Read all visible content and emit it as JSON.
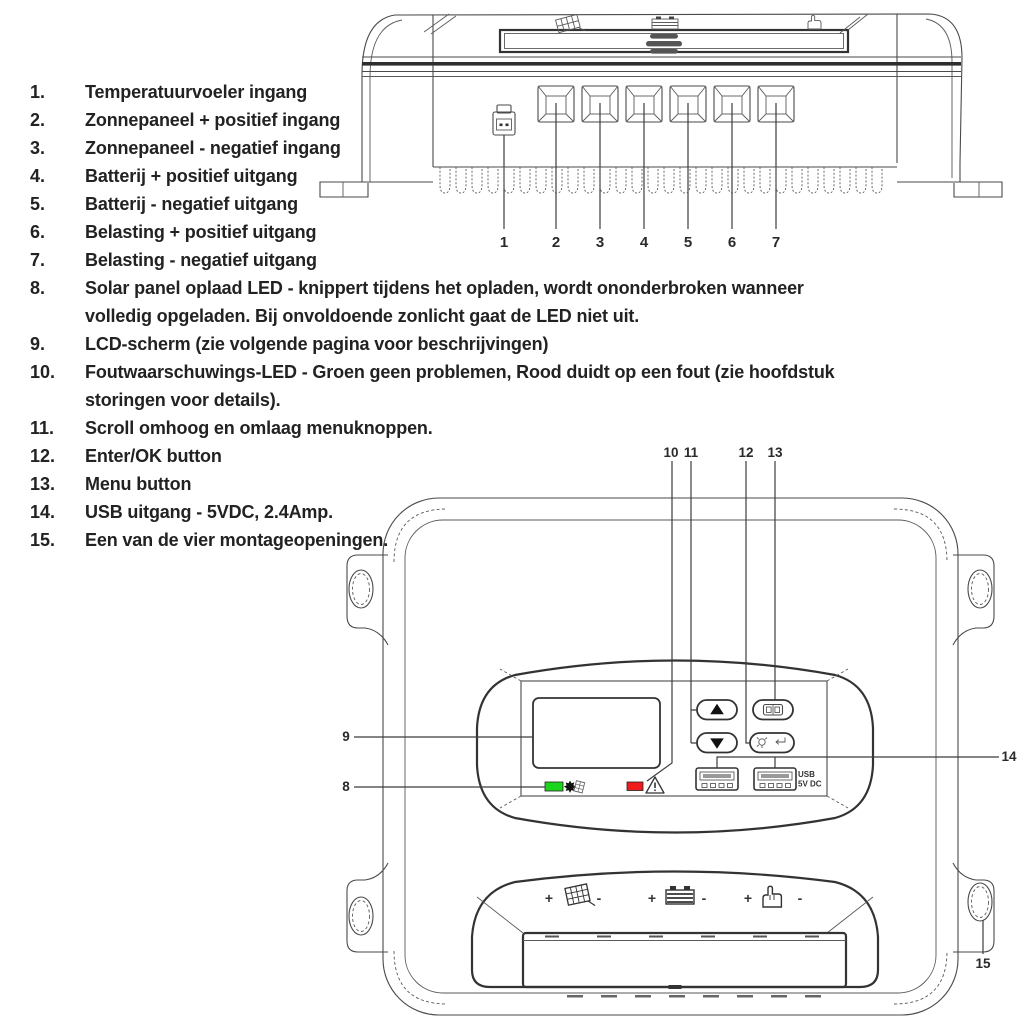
{
  "page": {
    "background": "#ffffff",
    "description": "Manual page: solar charge controller parts identification"
  },
  "parts_list": {
    "items": [
      {
        "num": "1.",
        "lines": [
          "Temperatuurvoeler ingang"
        ]
      },
      {
        "num": "2.",
        "lines": [
          "Zonnepaneel + positief ingang"
        ]
      },
      {
        "num": "3.",
        "lines": [
          "Zonnepaneel - negatief ingang"
        ]
      },
      {
        "num": "4.",
        "lines": [
          "Batterij + positief uitgang"
        ]
      },
      {
        "num": "5.",
        "lines": [
          "Batterij - negatief uitgang"
        ]
      },
      {
        "num": "6.",
        "lines": [
          "Belasting + positief uitgang"
        ]
      },
      {
        "num": "7.",
        "lines": [
          "Belasting - negatief uitgang"
        ]
      },
      {
        "num": "8.",
        "lines": [
          "Solar panel oplaad LED - knippert tijdens het opladen, wordt ononderbroken wanneer",
          "volledig opgeladen. Bij onvoldoende zonlicht gaat de LED niet uit."
        ]
      },
      {
        "num": "9.",
        "lines": [
          "LCD-scherm (zie volgende pagina voor beschrijvingen)"
        ]
      },
      {
        "num": "10.",
        "lines": [
          "Foutwaarschuwings-LED - Groen geen problemen, Rood duidt op een fout (zie hoofdstuk",
          "storingen voor details)."
        ]
      },
      {
        "num": "11.",
        "lines": [
          "Scroll omhoog en omlaag menuknoppen."
        ]
      },
      {
        "num": "12.",
        "lines": [
          "Enter/OK button"
        ]
      },
      {
        "num": "13.",
        "lines": [
          "Menu button"
        ]
      },
      {
        "num": "14.",
        "lines": [
          "USB uitgang - 5VDC, 2.4Amp."
        ]
      },
      {
        "num": "15.",
        "lines": [
          "Een van de vier montageopeningen."
        ]
      }
    ]
  },
  "top_view": {
    "callouts": [
      "1",
      "2",
      "3",
      "4",
      "5",
      "6",
      "7"
    ]
  },
  "front_view": {
    "callouts": {
      "c8": "8",
      "c9": "9",
      "c10": "10",
      "c11": "11",
      "c12": "12",
      "c13": "13",
      "c14": "14",
      "c15": "15"
    },
    "usb_label_line1": "USB",
    "usb_label_line2": "5V DC",
    "polarity_plus": "+",
    "polarity_minus": "-"
  },
  "colors": {
    "led_green": "#1bd41b",
    "led_red": "#ee1c1c",
    "drawing_line": "#4a4a4a",
    "text": "#222222"
  }
}
